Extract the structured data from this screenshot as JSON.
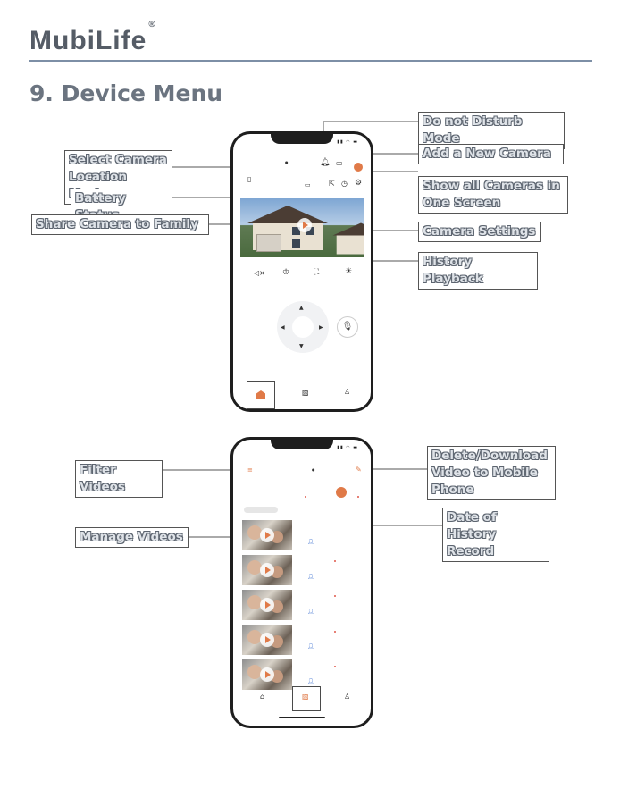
{
  "header": {
    "brand": "MubiLife",
    "registered": "®"
  },
  "section": {
    "title": "9. Device Menu"
  },
  "colors": {
    "accent": "#e07a48",
    "rule": "#7d8fa6",
    "callout_border": "#555555"
  },
  "callouts_top_left": [
    {
      "id": "select-camera",
      "text": "Select Camera\nLocation Marks"
    },
    {
      "id": "battery",
      "text": "Battery Status"
    },
    {
      "id": "share",
      "text": "Share Camera to Family"
    }
  ],
  "callouts_top_right": [
    {
      "id": "dnd",
      "text": "Do not Disturb Mode"
    },
    {
      "id": "add",
      "text": "Add a New Camera"
    },
    {
      "id": "show-all",
      "text": "Show all Cameras in\nOne Screen"
    },
    {
      "id": "settings",
      "text": "Camera Settings"
    },
    {
      "id": "history",
      "text": "History Playback"
    }
  ],
  "callouts_bottom_left": [
    {
      "id": "filter",
      "text": "Filter Videos"
    },
    {
      "id": "manage",
      "text": "Manage Videos"
    }
  ],
  "callouts_bottom_right": [
    {
      "id": "delete-download",
      "text": "Delete/Download\nVideo to Mobile\nPhone"
    },
    {
      "id": "date",
      "text": "Date of History\nRecord"
    }
  ],
  "phone_icons": {
    "top": [
      "bell-icon",
      "grid-icon",
      "battery-icon",
      "share-icon",
      "history-icon",
      "settings-icon",
      "mute-icon",
      "light-icon",
      "fullscreen-icon",
      "bulb-icon",
      "mic-icon",
      "home-icon",
      "gallery-icon",
      "profile-icon"
    ],
    "bottom": [
      "filter-icon",
      "edit-icon",
      "person-icon",
      "home-icon",
      "gallery-icon",
      "profile-icon"
    ]
  }
}
